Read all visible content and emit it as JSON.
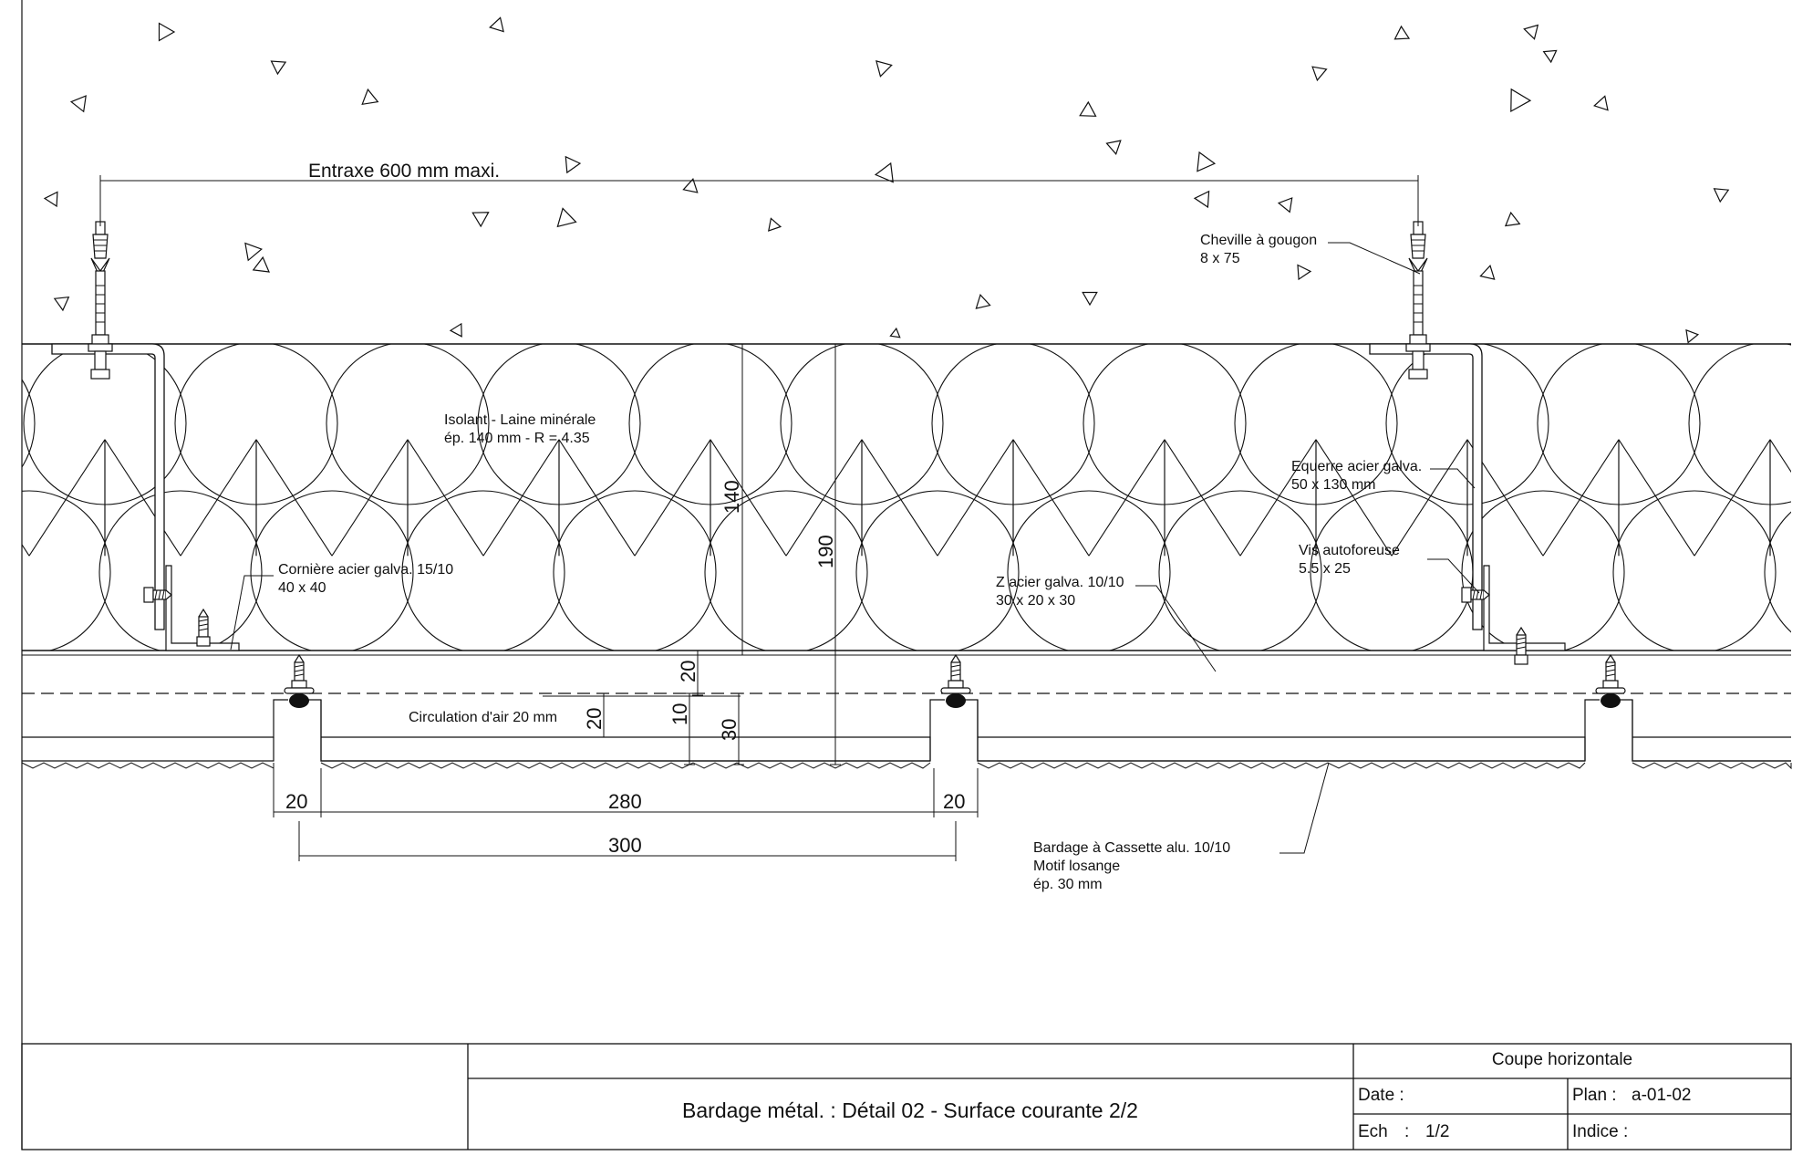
{
  "labels": {
    "entraxe": "Entraxe 600 mm maxi.",
    "cheville_1": "Cheville à gougon",
    "cheville_2": "8 x 75",
    "isolant_1": "Isolant - Laine minérale",
    "isolant_2": "ép. 140 mm - R = 4.35",
    "equerre_1": "Equerre acier galva.",
    "equerre_2": "50 x 130 mm",
    "vis_1": "Vis autoforeuse",
    "vis_2": "5.5 x 25",
    "corniere_1": "Cornière acier galva. 15/10",
    "corniere_2": "40 x 40",
    "zacier_1": "Z acier galva. 10/10",
    "zacier_2": "30 x 20 x 30",
    "circulation": "Circulation d'air 20 mm",
    "bardage_1": "Bardage à Cassette alu. 10/10",
    "bardage_2": "Motif losange",
    "bardage_3": "ép. 30 mm"
  },
  "dimensions": {
    "d140": "140",
    "d190": "190",
    "d20_vertical_a": "20",
    "d20_vertical_b": "20",
    "d10_vertical": "10",
    "d30_vertical": "30",
    "d20_left": "20",
    "d280": "280",
    "d20_right": "20",
    "d300": "300"
  },
  "title_block": {
    "view": "Coupe horizontale",
    "title": "Bardage métal. : Détail 02 - Surface courante 2/2",
    "date_label": "Date :",
    "date_value": "",
    "plan_label": "Plan :",
    "plan_value": "a-01-02",
    "scale_label": "Ech",
    "scale_sep": ":",
    "scale_value": "1/2",
    "indice_label": "Indice :",
    "indice_value": ""
  }
}
